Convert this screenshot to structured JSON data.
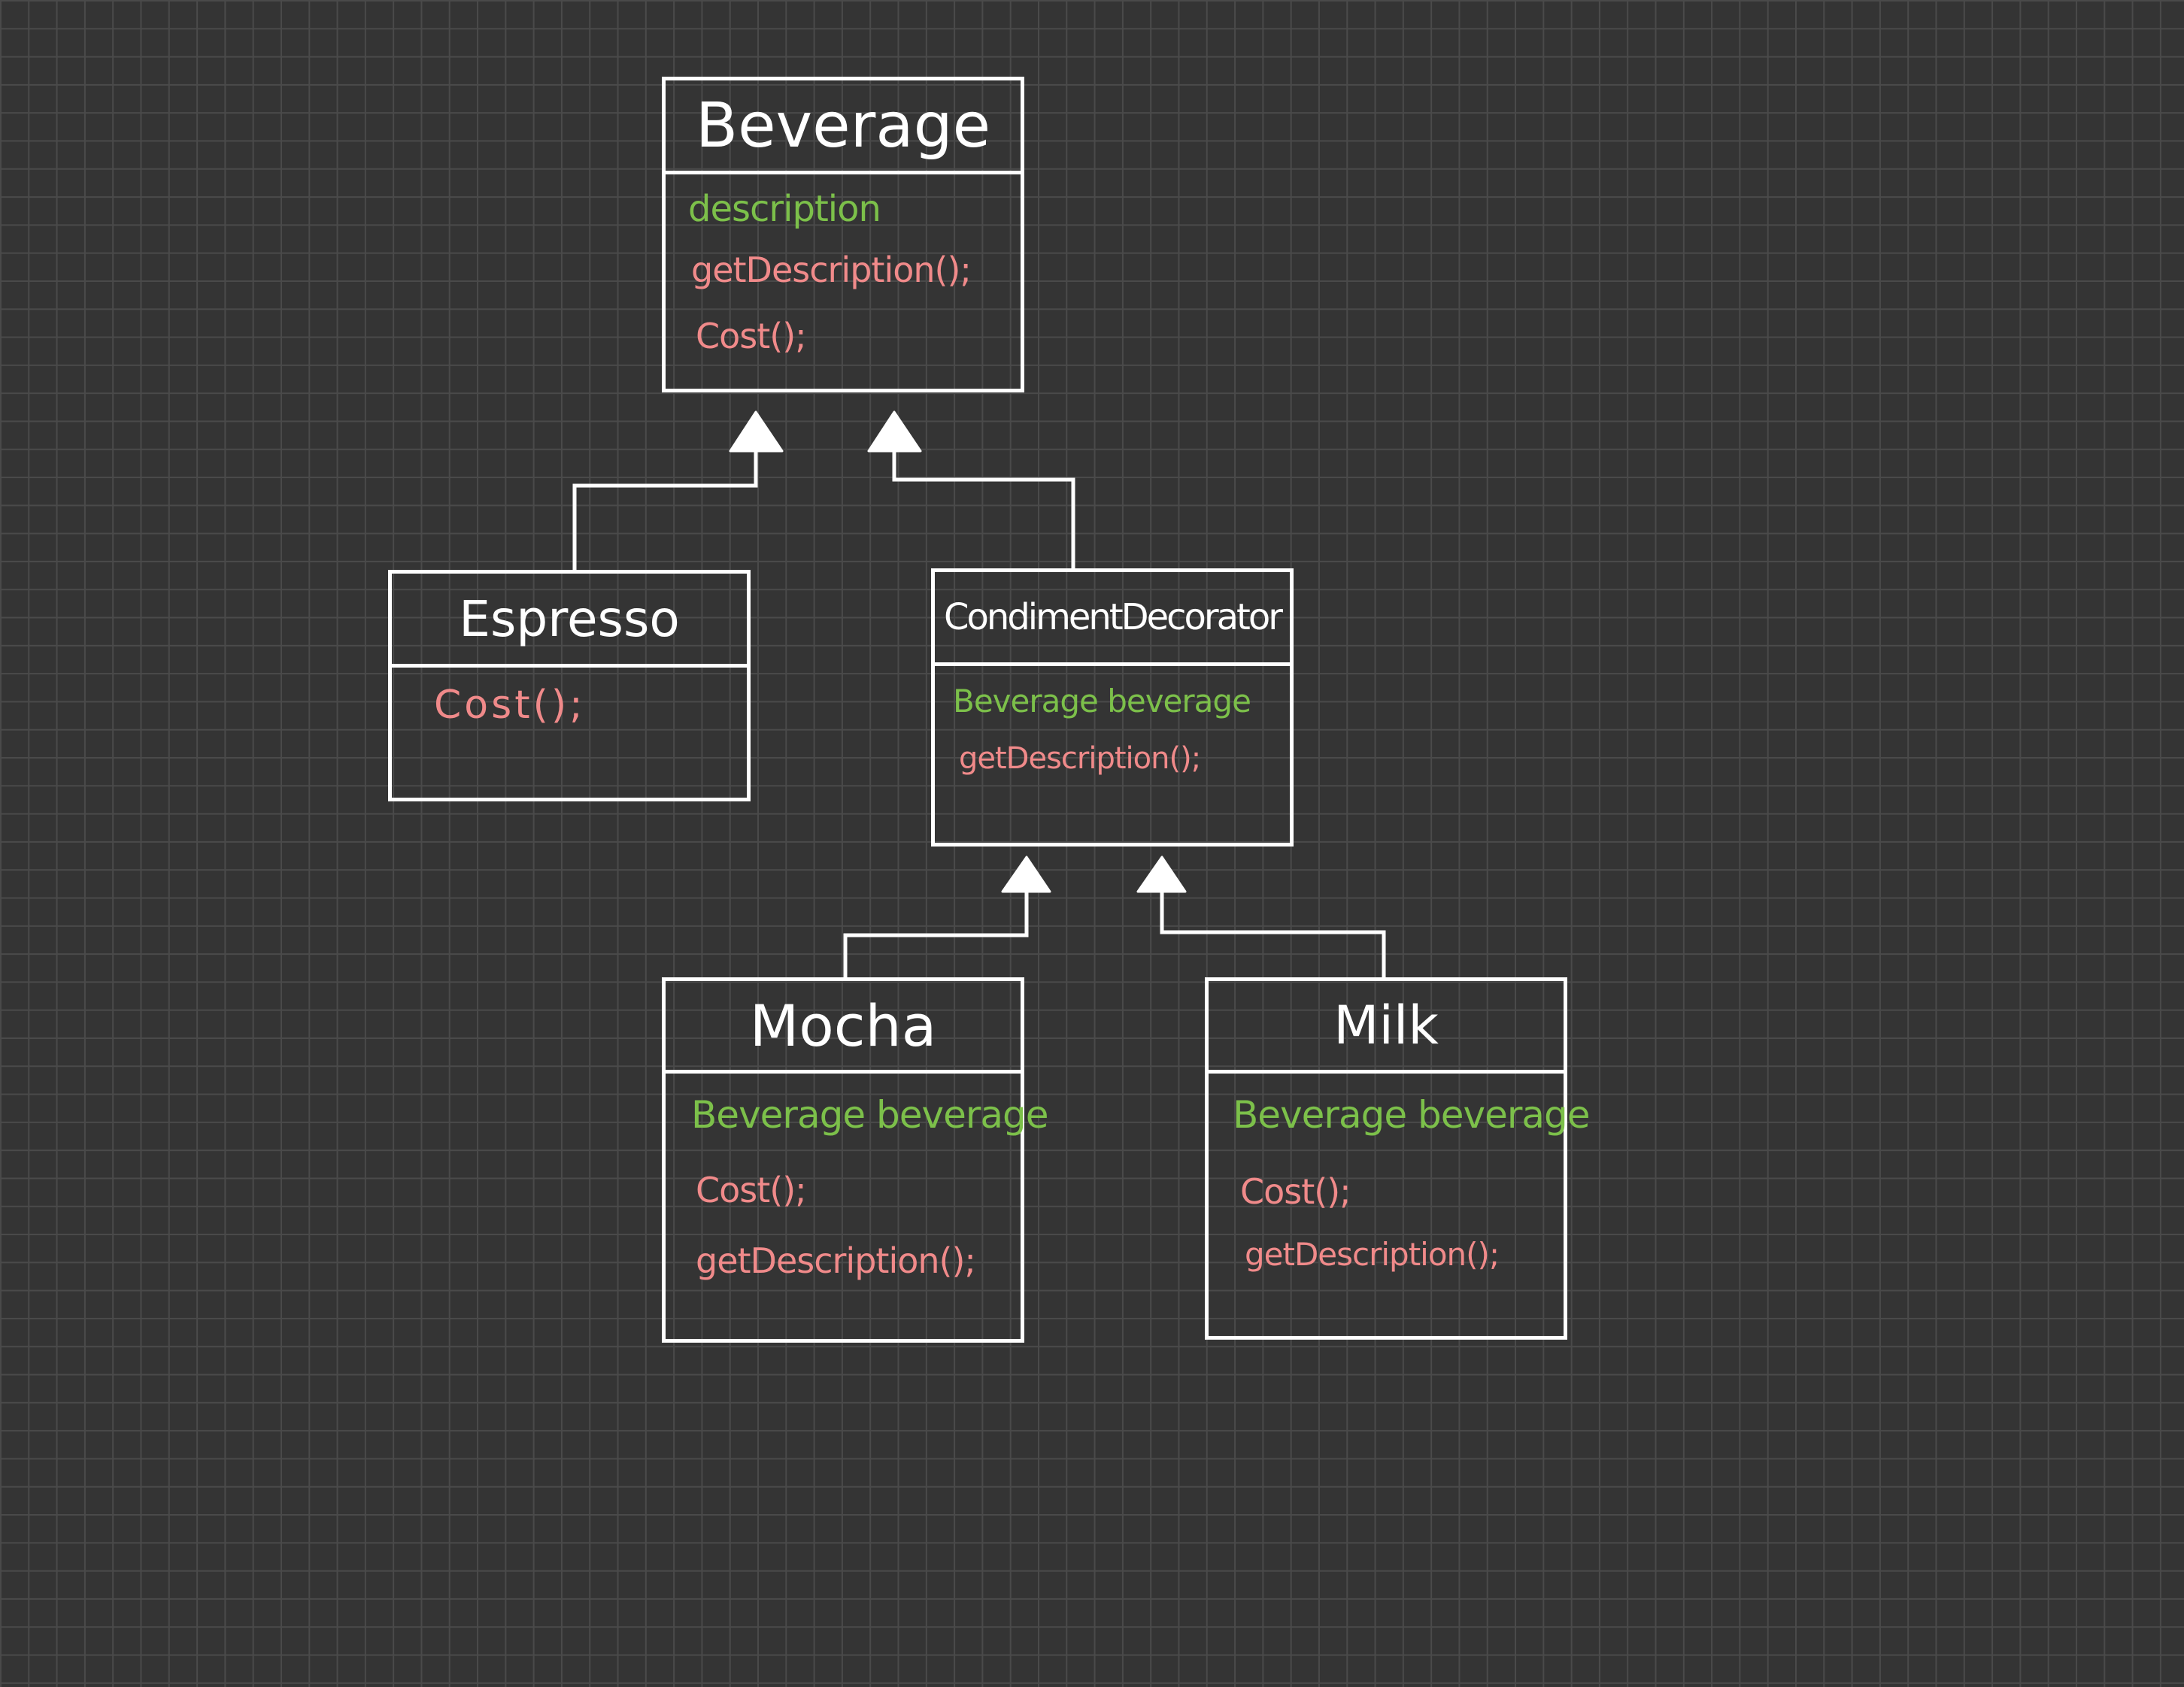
{
  "colors": {
    "background": "#343434",
    "grid": "#4a4a4a",
    "outline": "#ffffff",
    "field": "#7cc04a",
    "method": "#f08a8a"
  },
  "classes": {
    "beverage": {
      "name": "Beverage",
      "fields": [
        "description"
      ],
      "methods": [
        "getDescription();",
        "Cost();"
      ]
    },
    "espresso": {
      "name": "Espresso",
      "fields": [],
      "methods": [
        "Cost();"
      ]
    },
    "condiment_decorator": {
      "name": "CondimentDecorator",
      "fields": [
        "Beverage beverage"
      ],
      "methods": [
        "getDescription();"
      ]
    },
    "mocha": {
      "name": "Mocha",
      "fields": [
        "Beverage beverage"
      ],
      "methods": [
        "Cost();",
        "getDescription();"
      ]
    },
    "milk": {
      "name": "Milk",
      "fields": [
        "Beverage beverage"
      ],
      "methods": [
        "Cost();",
        "getDescription();"
      ]
    }
  },
  "relations": [
    {
      "from": "Espresso",
      "to": "Beverage",
      "type": "inheritance"
    },
    {
      "from": "CondimentDecorator",
      "to": "Beverage",
      "type": "inheritance"
    },
    {
      "from": "Mocha",
      "to": "CondimentDecorator",
      "type": "inheritance"
    },
    {
      "from": "Milk",
      "to": "CondimentDecorator",
      "type": "inheritance"
    }
  ]
}
